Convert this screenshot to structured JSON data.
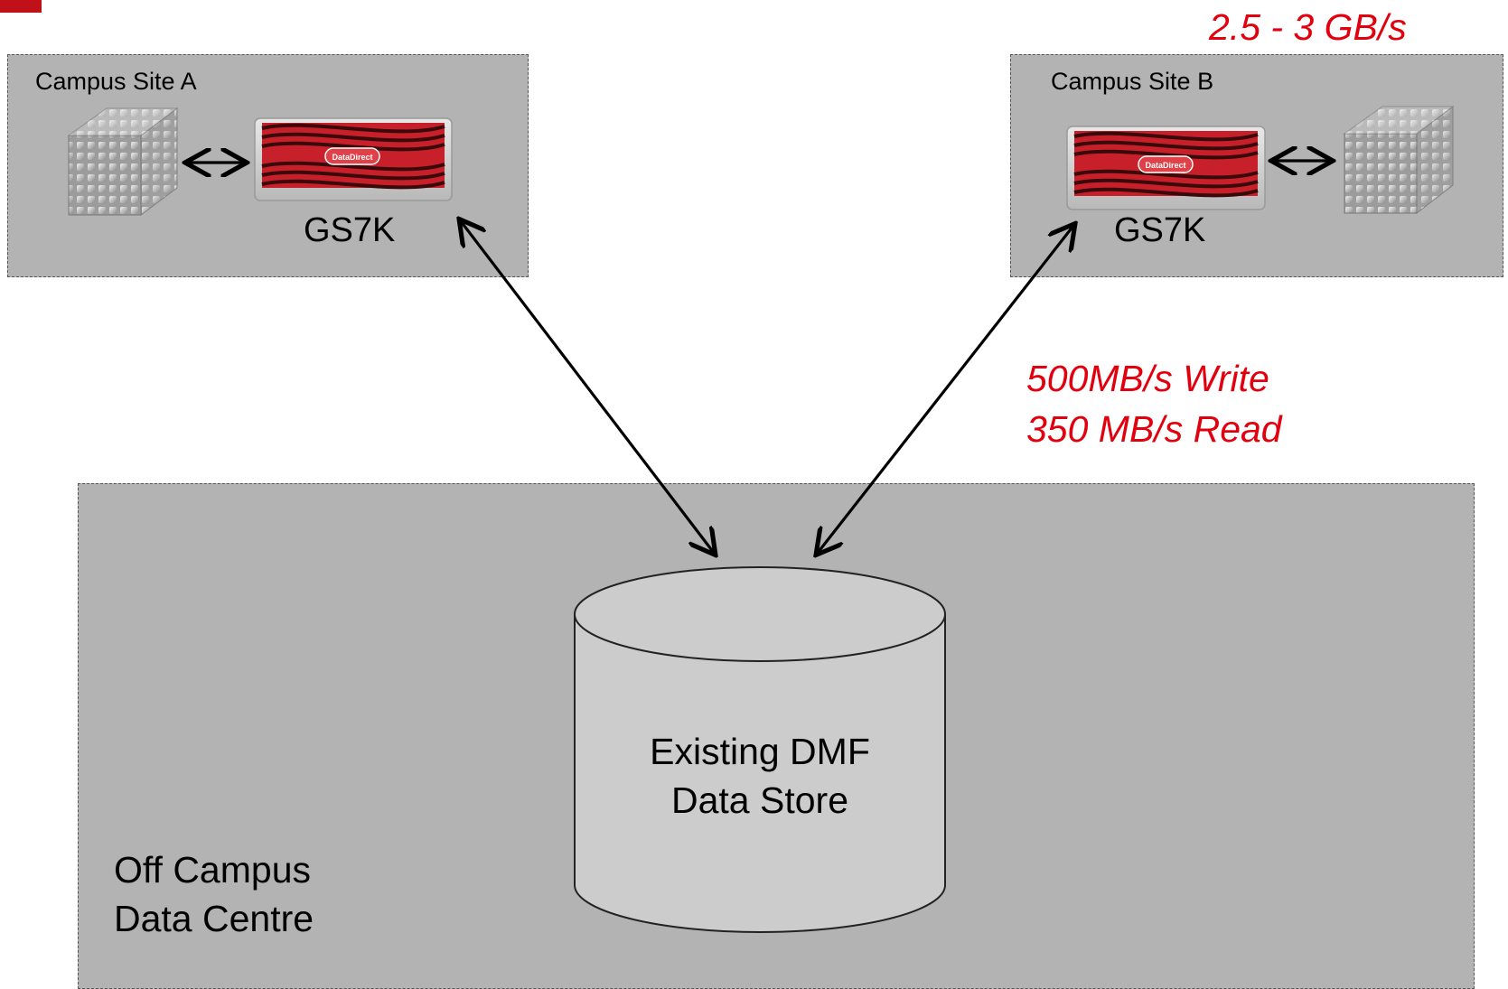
{
  "throughput_top": "2.5 - 3 GB/s",
  "throughput_link": {
    "write": "500MB/s Write",
    "read": "350 MB/s Read"
  },
  "site_a": {
    "label": "Campus Site A",
    "device_label": "GS7K",
    "device_brand": "DataDirect"
  },
  "site_b": {
    "label": "Campus Site B",
    "device_label": "GS7K",
    "device_brand": "DataDirect"
  },
  "data_centre": {
    "label_line1": "Off Campus",
    "label_line2": "Data Centre"
  },
  "data_store": {
    "label_line1": "Existing DMF",
    "label_line2": "Data Store"
  },
  "colors": {
    "accent_red": "#e2000f",
    "panel_gray": "#b3b3b3",
    "cylinder_gray": "#cccccc"
  }
}
